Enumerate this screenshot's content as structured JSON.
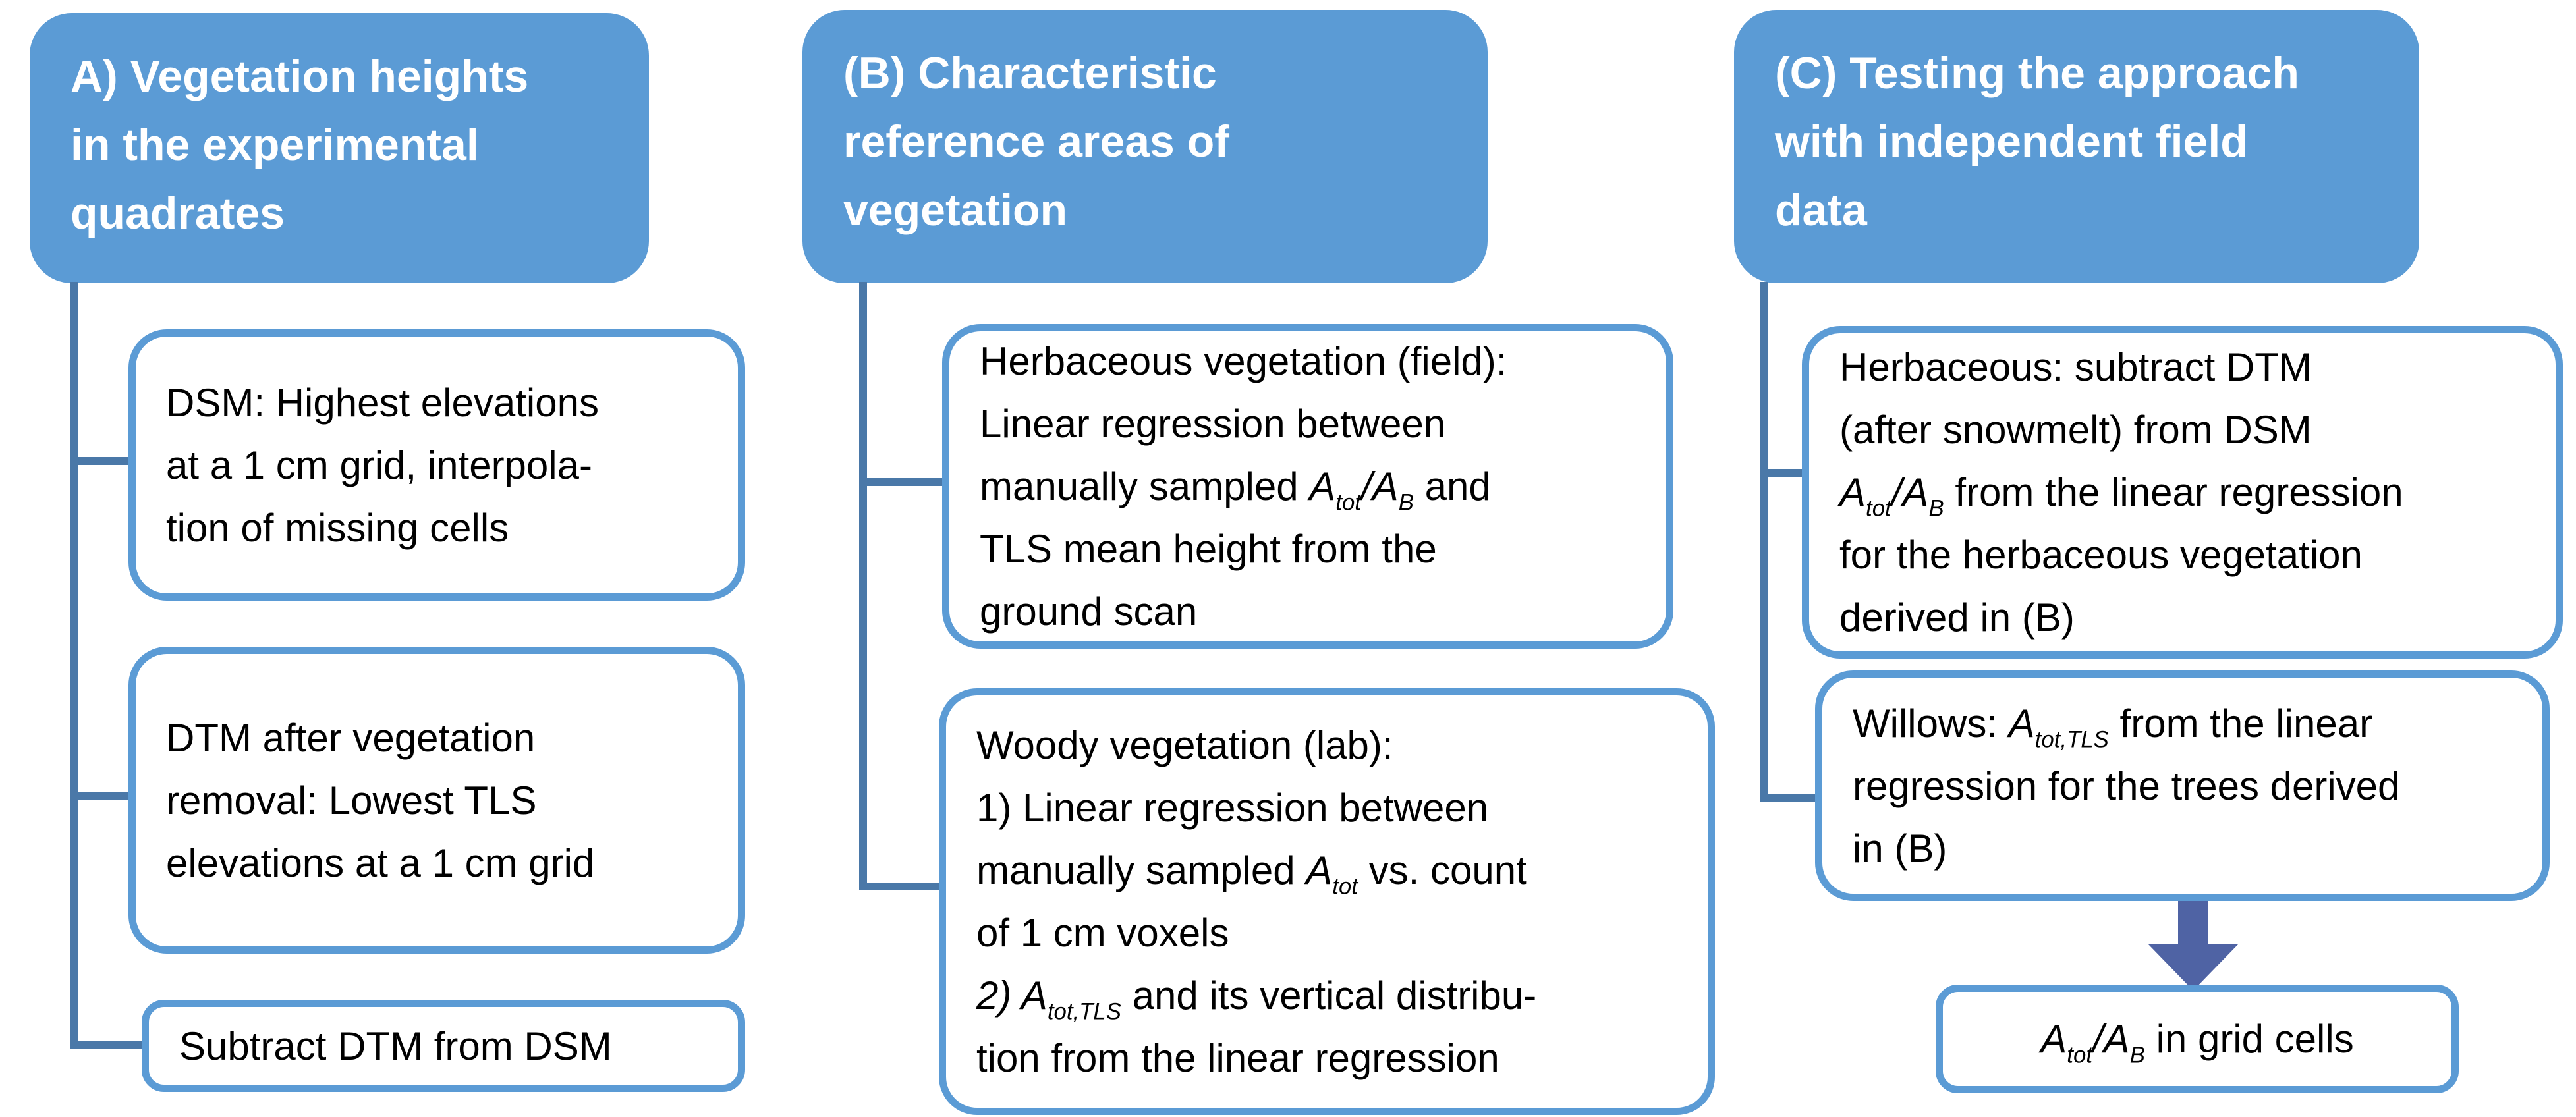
{
  "figure_title": "TLS vegetation characterisation workflow flowchart",
  "colors": {
    "header_fill": "#5B9BD5",
    "box_border": "#5B9BD5",
    "connector": "#4A78A8",
    "arrow": "#4F63A4",
    "text": "#000000",
    "header_text": "#FFFFFF",
    "background": "#FFFFFF"
  },
  "columns": [
    {
      "label": "A",
      "header": {
        "lines": [
          "A) Vegetation heights",
          "in the experimental",
          "quadrates"
        ]
      },
      "boxes": [
        {
          "name": "dsm",
          "lines": [
            [
              [
                "n",
                "DSM: Highest elevations"
              ]
            ],
            [
              [
                "n",
                "at a 1 cm grid, interpola-"
              ]
            ],
            [
              [
                "n",
                "tion of missing cells"
              ]
            ]
          ]
        },
        {
          "name": "dtm",
          "lines": [
            [
              [
                "n",
                "DTM after vegetation"
              ]
            ],
            [
              [
                "n",
                "removal: Lowest TLS"
              ]
            ],
            [
              [
                "n",
                "elevations at a 1 cm grid"
              ]
            ]
          ]
        },
        {
          "name": "subtract",
          "lines": [
            [
              [
                "n",
                "Subtract DTM from DSM"
              ]
            ]
          ]
        }
      ]
    },
    {
      "label": "B",
      "header": {
        "lines": [
          "(B) Characteristic",
          "reference areas of",
          "vegetation"
        ]
      },
      "boxes": [
        {
          "name": "herbaceous-field",
          "lines": [
            [
              [
                "n",
                "Herbaceous vegetation  (field):"
              ]
            ],
            [
              [
                "n",
                "Linear regression between"
              ]
            ],
            [
              [
                "n",
                "manually sampled "
              ],
              [
                "i",
                "A"
              ],
              [
                "si",
                "tot"
              ],
              [
                "i",
                "/A"
              ],
              [
                "si",
                "B"
              ],
              [
                "n",
                " and"
              ]
            ],
            [
              [
                "n",
                "TLS mean height from the"
              ]
            ],
            [
              [
                "n",
                "ground scan"
              ]
            ]
          ]
        },
        {
          "name": "woody-lab",
          "lines": [
            [
              [
                "n",
                "Woody vegetation (lab):"
              ]
            ],
            [
              [
                "n",
                "1) Linear regression between"
              ]
            ],
            [
              [
                "n",
                "manually sampled "
              ],
              [
                "i",
                "A"
              ],
              [
                "si",
                "tot"
              ],
              [
                "n",
                " vs. count"
              ]
            ],
            [
              [
                "n",
                "of 1 cm voxels"
              ]
            ],
            [
              [
                "i",
                "2) A"
              ],
              [
                "si",
                "tot,TLS"
              ],
              [
                "n",
                "  and its vertical distribu-"
              ]
            ],
            [
              [
                "n",
                "tion from the linear regression"
              ]
            ]
          ]
        }
      ]
    },
    {
      "label": "C",
      "header": {
        "lines": [
          "(C) Testing the approach",
          "with independent field",
          "data"
        ]
      },
      "boxes": [
        {
          "name": "herbaceous-test",
          "lines": [
            [
              [
                "n",
                "Herbaceous:  subtract DTM"
              ]
            ],
            [
              [
                "n",
                "(after snowmelt) from DSM"
              ]
            ],
            [
              [
                "i",
                "A"
              ],
              [
                "si",
                "tot"
              ],
              [
                "i",
                "/A"
              ],
              [
                "si",
                "B"
              ],
              [
                "n",
                "  from the linear regression"
              ]
            ],
            [
              [
                "n",
                "for the herbaceous vegetation"
              ]
            ],
            [
              [
                "n",
                "derived in (B)"
              ]
            ]
          ]
        },
        {
          "name": "willows-test",
          "lines": [
            [
              [
                "n",
                "Willows: "
              ],
              [
                "i",
                "A"
              ],
              [
                "si",
                "tot,TLS"
              ],
              [
                "n",
                " from the linear"
              ]
            ],
            [
              [
                "n",
                "regression for the trees derived"
              ]
            ],
            [
              [
                "n",
                "in (B)"
              ]
            ]
          ]
        },
        {
          "name": "result-grid-cells",
          "lines": [
            [
              [
                "i",
                "A"
              ],
              [
                "si",
                "tot"
              ],
              [
                "i",
                "/A"
              ],
              [
                "si",
                "B"
              ],
              [
                "n",
                " in grid cells"
              ]
            ]
          ]
        }
      ]
    }
  ],
  "arrow": {
    "name": "down-arrow",
    "direction": "down"
  }
}
